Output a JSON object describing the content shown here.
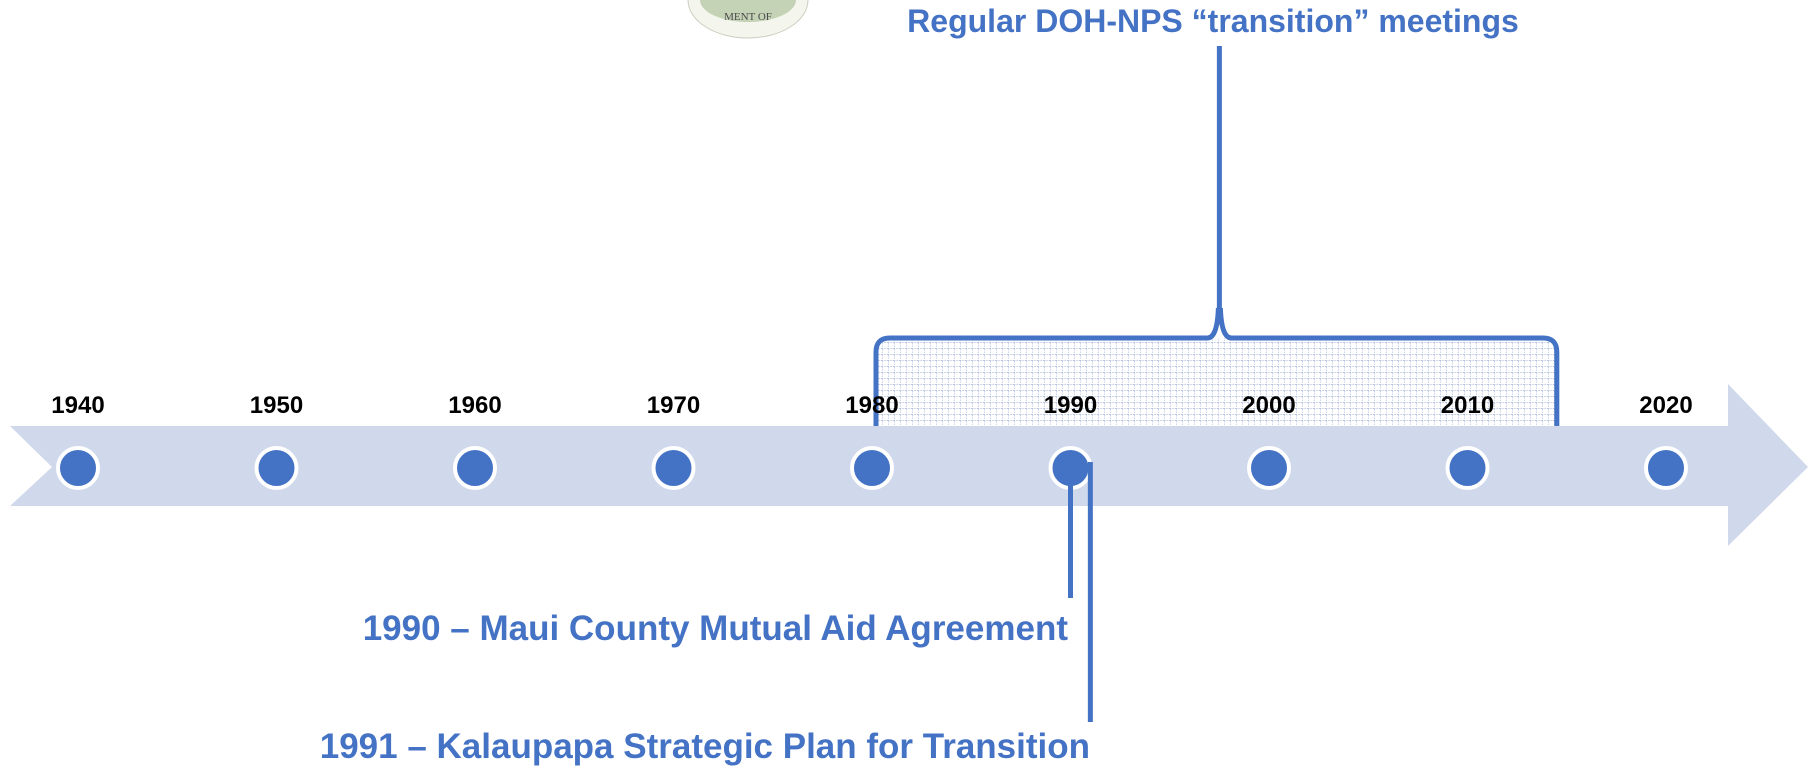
{
  "colors": {
    "accent": "#4472C4",
    "arrow": "#D0D8EB",
    "year_text": "#000000",
    "dot_outline": "#FFFFFF"
  },
  "seal": {
    "visible_text": "MENT OF"
  },
  "timeline": {
    "years": [
      "1940",
      "1950",
      "1960",
      "1970",
      "1980",
      "1990",
      "2000",
      "2010",
      "2020"
    ],
    "period": {
      "label": "Regular DOH-NPS “transition” meetings",
      "start": 1980,
      "end": 2014.5
    },
    "events": [
      {
        "year": 1990,
        "label": "1990 – Maui County Mutual Aid Agreement"
      },
      {
        "year": 1991,
        "label": "1991 – Kalaupapa Strategic Plan for Transition"
      }
    ]
  }
}
